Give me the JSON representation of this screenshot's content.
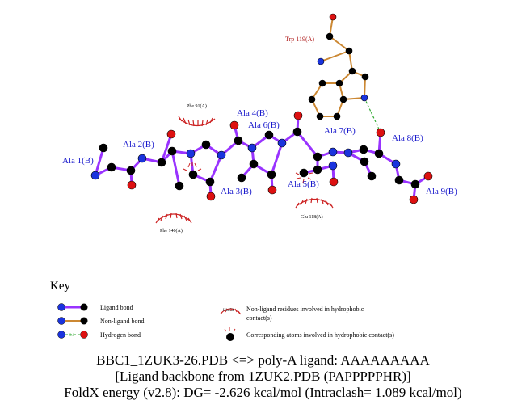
{
  "residues": {
    "ala1": "Ala 1(B)",
    "ala2": "Ala 2(B)",
    "ala3": "Ala 3(B)",
    "ala4": "Ala 4(B)",
    "ala5": "Ala 5(B)",
    "ala6": "Ala 6(B)",
    "ala7": "Ala 7(B)",
    "ala8": "Ala 8(B)",
    "ala9": "Ala 9(B)"
  },
  "contacts": {
    "trp": "Trp 119(A)",
    "phe91": "Phe 91(A)",
    "phe140": "Phe 140(A)",
    "glu118": "Glu 118(A)"
  },
  "key": {
    "title": "Key",
    "ligand_bond": "Ligand bond",
    "nonligand_bond": "Non-ligand bond",
    "hydrogen_bond": "Hydrogen bond",
    "hbond_dist": "3.0",
    "his_example": "His 53",
    "nonligand_residues_1": "Non-ligand residues involved in hydrophobic",
    "nonligand_residues_2": "contact(s)",
    "corresponding_atoms": "Corresponding atoms involved in hydrophobic contact(s)"
  },
  "caption": {
    "line1": "BBC1_1ZUK3-26.PDB <=> poly-A ligand: AAAAAAAAA",
    "line2": "[Ligand backbone from 1ZUK2.PDB (PAPPPPPHR)]",
    "line3": "FoldX energy (v2.8): DG= -2.626 kcal/mol (Intraclash= 1.089 kcal/mol)"
  },
  "colors": {
    "ligand_bond": "#9933ff",
    "nonligand_bond": "#cc8833",
    "hbond": "#33aa33",
    "nitrogen": "#1a33dd",
    "oxygen": "#dd1111",
    "carbon": "#000000",
    "hydrophobic": "#cc2222"
  }
}
